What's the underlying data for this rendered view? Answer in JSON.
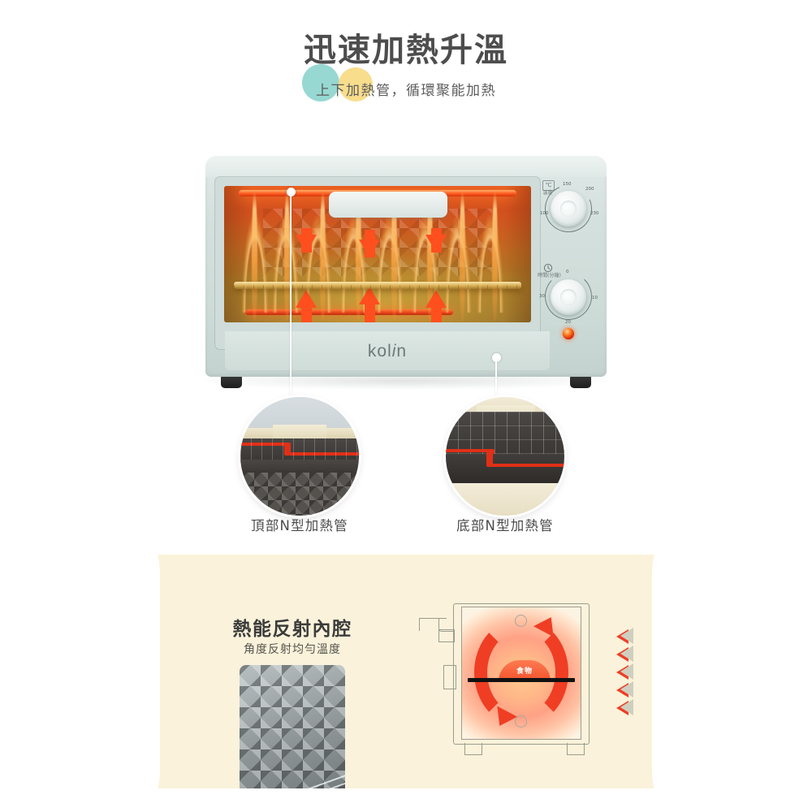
{
  "page": {
    "background": "#ffffff"
  },
  "header": {
    "title": "迅速加熱升溫",
    "subtitle": "上下加熱管，循環聚能加熱",
    "title_color": "#4d4d4d",
    "deco_circle_teal": "#97d8d2",
    "deco_circle_yellow": "#f8dd8c"
  },
  "product": {
    "brand": "kolin",
    "brand_italic_letter": "i",
    "body_color": "#cddbd7",
    "glow_color": "#ff4f1f",
    "temperature_knob": {
      "icon_label": "℃",
      "caption": "溫度",
      "ticks": [
        "100",
        "150",
        "200",
        "230"
      ]
    },
    "timer_knob": {
      "icon_label": "clock-icon",
      "caption": "時間(分鐘)",
      "ticks": [
        "0",
        "10",
        "20",
        "30"
      ]
    },
    "power_indicator": "power-led"
  },
  "callouts": [
    {
      "id": "top-heater",
      "caption": "頂部N型加熱管",
      "detail_color": "#e03018"
    },
    {
      "id": "bottom-heater",
      "caption": "底部N型加熱管",
      "detail_color": "#e03018"
    }
  ],
  "bottom_section": {
    "background": "#faf2da",
    "title": "熱能反射內腔",
    "subtitle": "角度反射均勻溫度",
    "photo_name": "diamond-embossed-inner-cavity-photo",
    "diagram": {
      "name": "heat-circulation-diagram",
      "food_label": "食物",
      "arrow_color": "#ef3e24"
    }
  }
}
